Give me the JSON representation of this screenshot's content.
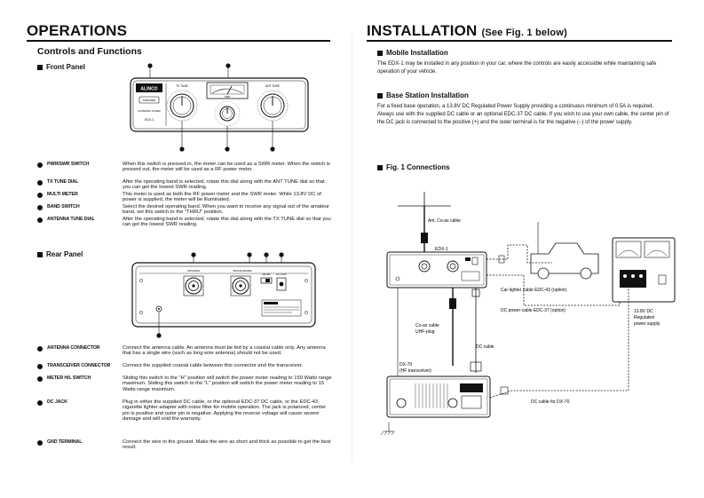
{
  "left_page": {
    "title": "OPERATIONS",
    "section_title": "Controls and Functions",
    "front_panel": {
      "heading": "Front Panel",
      "diagram": {
        "brand": "ALINCO",
        "model_text": "PWR/SWR",
        "sub_text": "ANTENNA TUNER",
        "model": "EDX-1",
        "tx_tune_label": "TX TUNE",
        "ant_tune_label": "ANT TUNE",
        "meter_label": "SWR"
      },
      "items": [
        {
          "term": "PWR/SWR SWITCH",
          "desc": "When this switch is pressed in, the meter can be used as a SWR meter. When the switch is pressed out, the meter will be used as a RF power meter."
        },
        {
          "term": "TX TUNE DIAL",
          "desc": "After the operating band is selected, rotate this dial along with the ANT TUNE dial so that you can get the lowest SWR reading."
        },
        {
          "term": "MULTI METER",
          "desc": "This meter is used as both the RF power meter and the SWR meter. While 13.8V DC of power is supplied, the meter will be illuminated."
        },
        {
          "term": "BAND SWITCH",
          "desc": "Select the desired operating band. When you want to receive any signal out of the amateur band, set this switch to the \"THRU\" position."
        },
        {
          "term": "ANTENNA TUNE DIAL",
          "desc": "After the operating band is selected, rotate this dial along with the TX TUNE dial so that you can get the lowest SWR reading."
        }
      ]
    },
    "rear_panel": {
      "heading": "Rear Panel",
      "diagram": {
        "antenna_label": "ANTENNA",
        "transceiver_label": "TRANSCEIVER",
        "meter_label": "METER",
        "dc_label": "DC 13.8V"
      },
      "items": [
        {
          "term": "ANTENNA CONNECTOR",
          "desc": "Connect the antenna cable. An antenna must be fed by a coaxial cable only. Any antenna that has a single wire (such as long wire antenna) should not be used."
        },
        {
          "term": "TRANSCEIVER CONNECTOR",
          "desc": "Connect the supplied coaxial cable between this connector and the transceiver."
        },
        {
          "term": "METER H/L SWITCH",
          "desc": "Sliding this switch to the \"H\" position will switch the power meter reading to 150 Watts range maximum. Sliding this switch to the \"L\" position will switch the power meter reading to 15 Watts range maximum."
        },
        {
          "term": "DC JACK",
          "desc": "Plug in either the supplied DC cable, or the optional EDC-37 DC cable, or the EDC-43 cigarette lighter adapter with noise filter for mobile operation. The jack is polarized, center pin is positive and outer pin is negative. Applying the reverse voltage will cause severe damage and will void the warranty."
        },
        {
          "term": "GND TERMINAL",
          "desc": "Connect the wire to the ground. Make the wire as short and thick as possible to get the best result."
        }
      ]
    }
  },
  "right_page": {
    "title": "INSTALLATION",
    "title_sub": "(See Fig. 1 below)",
    "mobile": {
      "heading": "Mobile Installation",
      "text": "The EDX-1 may be installed in any position in your car, where the controls are easily accessible while maintaining safe operation of your vehicle."
    },
    "base": {
      "heading": "Base Station Installation",
      "text": "For a fixed base operation, a 13.8V DC Regulated Power Supply providing a continuous minimum of 0.5A is required. Always use with the supplied DC cable or an optional EDC-37 DC cable. If you wish to use your own cable, the center pin of the DC jack is connected to the positive (+) and the outer terminal is for the negative (−) of the power supply."
    },
    "fig": {
      "heading": "Fig. 1 Connections",
      "labels": {
        "ant_coax": "Ant. Co-ax cable",
        "edx": "EDX-1",
        "car_lighter": "Car-lighter cable EDC-43 (option)",
        "dc_power": "DC power cable EDC-37 (option)",
        "psu_line1": "13.8V DC",
        "psu_line2": "Regulated",
        "psu_line3": "power supply",
        "coax_line1": "Co-ax cable",
        "coax_line2": "UHF-plug",
        "dc_cable": "DC cable",
        "dx70_line1": "DX-70",
        "dx70_line2": "(HF transceiver)",
        "dc_cable_dx70": "DC cable for DX-70"
      }
    }
  }
}
